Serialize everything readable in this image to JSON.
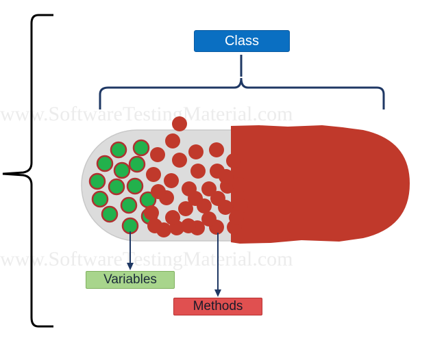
{
  "labels": {
    "class": "Class",
    "variables": "Variables",
    "methods": "Methods"
  },
  "watermark": "www.SoftwareTestingMaterial.com",
  "colors": {
    "class_box": "#0a6fc2",
    "variables_box": "#a8d58c",
    "methods_box": "#e05050",
    "variable_dot": "#22b14c",
    "method_dot": "#c0392b",
    "capsule_cap": "#c0392b",
    "capsule_body": "#dcdcdc",
    "bracket": "#1f3864",
    "outer_brace": "#000000"
  },
  "counts": {
    "variables": 14,
    "methods": 35
  }
}
